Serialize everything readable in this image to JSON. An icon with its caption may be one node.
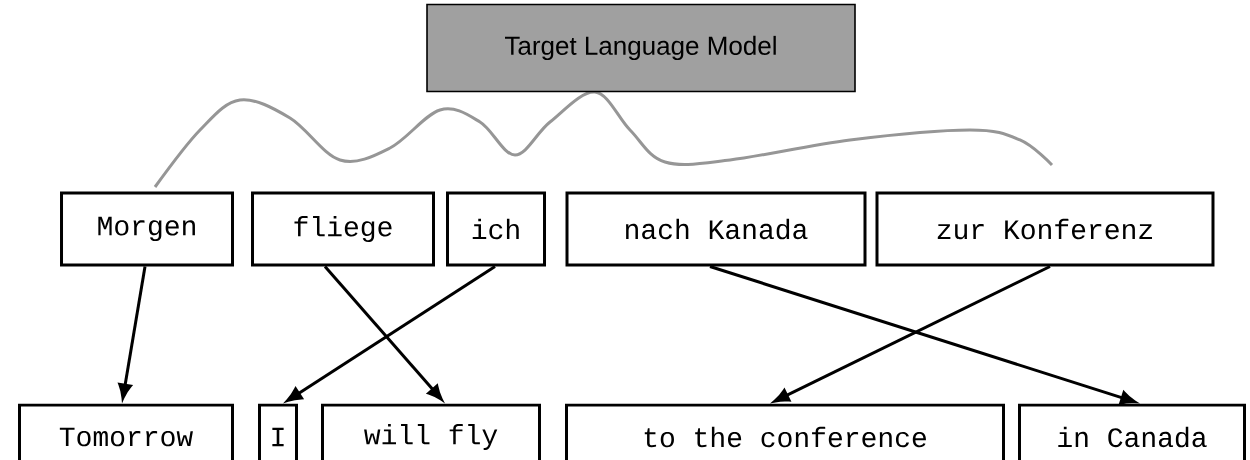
{
  "diagram": {
    "nodes": [
      {
        "text": [
          "Target  Language Model"
        ]
      },
      {
        "text": [
          "Morgen"
        ]
      },
      {
        "text": [
          "fliege"
        ]
      },
      {
        "text": [
          "ich"
        ]
      },
      {
        "text": [
          "nach Kanada"
        ]
      },
      {
        "text": [
          "zur Konferenz"
        ]
      },
      {
        "text": [
          "Tomorrow"
        ]
      },
      {
        "text": [
          "I"
        ]
      },
      {
        "text": [
          "will fly"
        ]
      },
      {
        "text": [
          "to the conference"
        ]
      },
      {
        "text": [
          "in Canada"
        ]
      }
    ],
    "edges": [
      {
        "from": 1,
        "to": 6,
        "arrow": "to"
      },
      {
        "from": 2,
        "to": 8,
        "arrow": "to"
      },
      {
        "from": 3,
        "to": 7,
        "arrow": "to"
      },
      {
        "from": 4,
        "to": 10,
        "arrow": "to"
      },
      {
        "from": 5,
        "to": 9,
        "arrow": "to"
      }
    ]
  }
}
